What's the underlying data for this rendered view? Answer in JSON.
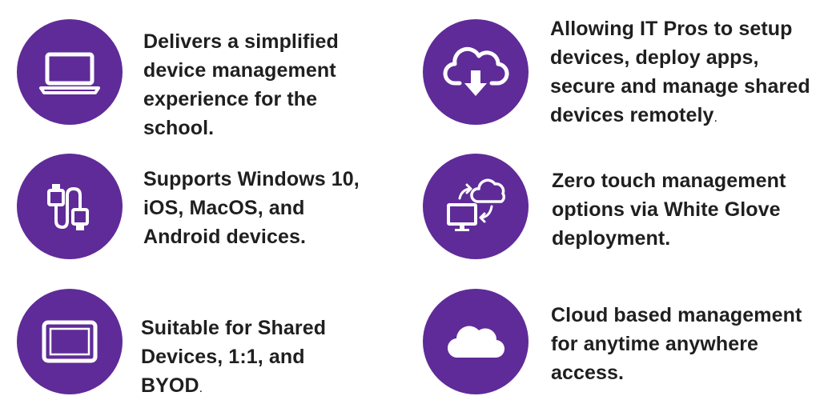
{
  "accent_color": "#5f2b98",
  "features": [
    {
      "icon": "laptop-icon",
      "lines": [
        "Delivers a simplified",
        "device management",
        "experience for the",
        "school."
      ]
    },
    {
      "icon": "usb-cable-icon",
      "lines": [
        "Supports Windows 10,",
        "iOS, MacOS, and",
        "Android devices."
      ]
    },
    {
      "icon": "tablet-icon",
      "lines": [
        "Suitable for Shared",
        "Devices, 1:1, and",
        "BYOD"
      ],
      "suffix": "."
    },
    {
      "icon": "cloud-download-icon",
      "lines": [
        "Allowing IT Pros to setup",
        "devices, deploy apps,",
        "secure and manage shared",
        "devices remotely"
      ],
      "suffix": "."
    },
    {
      "icon": "cloud-sync-monitor-icon",
      "lines": [
        "Zero touch management",
        "options via White Glove",
        "deployment."
      ]
    },
    {
      "icon": "cloud-icon",
      "lines": [
        "Cloud based management",
        "for anytime anywhere",
        "access."
      ]
    }
  ]
}
